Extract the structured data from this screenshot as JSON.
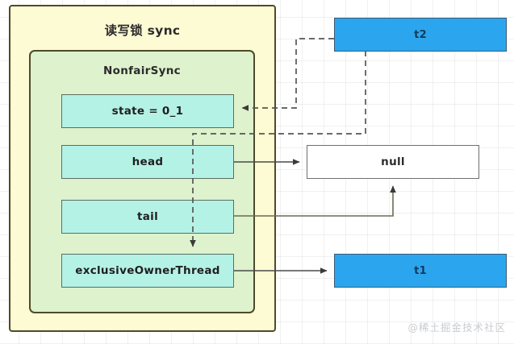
{
  "diagram": {
    "outer_container": {
      "title": "读写锁 sync",
      "fill": "#fdfbd4",
      "stroke": "#4e4a2a"
    },
    "inner_container": {
      "title": "NonfairSync",
      "fill": "#ddf2cd",
      "stroke": "#4e4a2a"
    },
    "fields": [
      {
        "label": "state = 0_1",
        "fill": "#b5f2e6"
      },
      {
        "label": "head",
        "fill": "#b5f2e6"
      },
      {
        "label": "tail",
        "fill": "#b5f2e6"
      },
      {
        "label": "exclusiveOwnerThread",
        "fill": "#b5f2e6"
      }
    ],
    "null_node": {
      "label": "null",
      "fill": "#ffffff"
    },
    "threads": [
      {
        "label": "t2",
        "fill": "#2ba6ee"
      },
      {
        "label": "t1",
        "fill": "#2ba6ee"
      }
    ],
    "connections": [
      {
        "name": "head-to-null",
        "from": "head",
        "to": "null",
        "style": "solid"
      },
      {
        "name": "tail-to-null",
        "from": "tail",
        "to": "null",
        "style": "solid"
      },
      {
        "name": "exclusiveOwnerThread-to-t1",
        "from": "exclusiveOwnerThread",
        "to": "t1",
        "style": "solid"
      },
      {
        "name": "t2-to-state",
        "from": "t2",
        "to": "state",
        "style": "dashed"
      },
      {
        "name": "t2-to-exclusiveOwnerThread",
        "from": "t2",
        "to": "exclusiveOwnerThread",
        "style": "dashed"
      }
    ],
    "watermark": "@稀土掘金技术社区"
  }
}
